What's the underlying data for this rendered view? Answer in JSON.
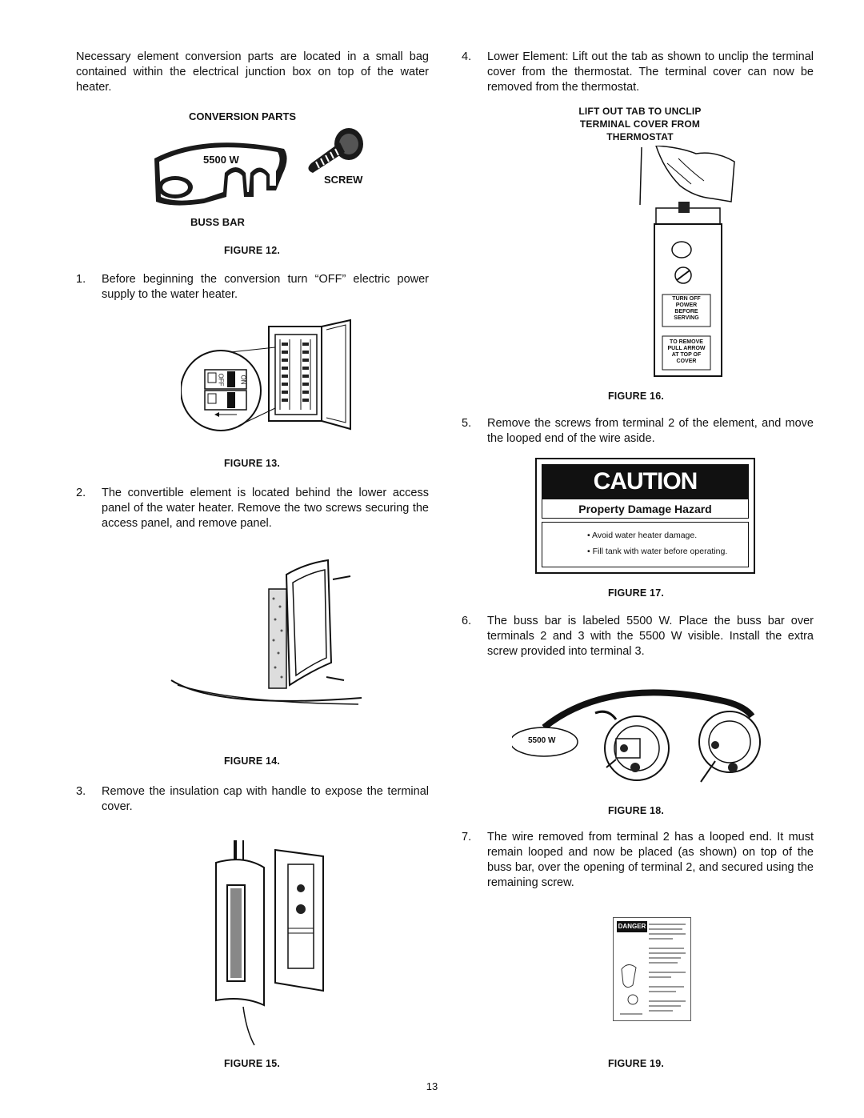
{
  "intro": "Necessary element conversion parts are located in a small bag contained within the electrical junction box on top of the water heater.",
  "fig12": {
    "title": "CONVERSION PARTS",
    "buss_label": "5500 W",
    "screw": "SCREW",
    "buss_bar": "BUSS BAR",
    "caption": "FIGURE 12."
  },
  "steps": [
    {
      "num": "1.",
      "text": "Before beginning the conversion turn “OFF” electric power supply to the water heater."
    },
    {
      "num": "2.",
      "text": "The convertible element is located behind the lower access panel of the water heater. Remove the two screws securing the access panel, and remove panel."
    },
    {
      "num": "3.",
      "text": "Remove the insulation cap with handle to expose the terminal cover."
    },
    {
      "num": "4.",
      "text": "Lower Element: Lift out the tab as shown to unclip the terminal cover from the thermostat. The terminal cover can now be removed from the thermostat."
    },
    {
      "num": "5.",
      "text": "Remove the screws from terminal 2 of the element, and move the looped end of the wire aside."
    },
    {
      "num": "6.",
      "text": "The buss bar is labeled 5500 W. Place the buss bar over terminals 2 and 3 with the 5500 W visible. Install the extra screw provided into terminal 3."
    },
    {
      "num": "7.",
      "text": "The wire removed from terminal 2 has a looped end. It must remain looped and now be placed (as shown) on top of the buss bar, over the opening of terminal 2, and secured using the remaining screw."
    }
  ],
  "fig13": {
    "caption": "FIGURE 13.",
    "off": "OFF",
    "on": "ON"
  },
  "fig14": {
    "caption": "FIGURE 14."
  },
  "fig15": {
    "caption": "FIGURE 15."
  },
  "fig16": {
    "title_line1": "LIFT OUT TAB TO UNCLIP",
    "title_line2": "TERMINAL COVER FROM",
    "title_line3": "THERMOSTAT",
    "label1": [
      "TURN OFF",
      "POWER",
      "BEFORE",
      "SERVING"
    ],
    "label2": [
      "TO REMOVE",
      "PULL ARROW",
      "AT TOP OF",
      "COVER"
    ],
    "caption": "FIGURE 16."
  },
  "fig17": {
    "heading": "CAUTION",
    "subheading": "Property Damage Hazard",
    "bullet1": "• Avoid water heater damage.",
    "bullet2": "• Fill tank with water before operating.",
    "caption": "FIGURE 17."
  },
  "fig18": {
    "buss_label": "5500 W",
    "caption": "FIGURE 18."
  },
  "fig19": {
    "danger": "DANGER",
    "caption": "FIGURE 19."
  },
  "page_number": "13"
}
